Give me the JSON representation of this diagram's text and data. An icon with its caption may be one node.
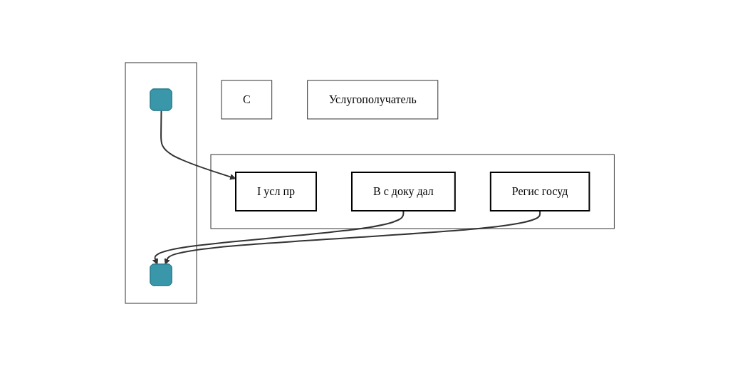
{
  "diagram": {
    "nodes": [
      {
        "text": [
          "С"
        ]
      },
      {
        "text": [],
        "shape": "box"
      },
      {
        "text": [
          "I усл пр"
        ],
        "in": 1
      },
      {
        "text": [
          "В с доку дал"
        ],
        "in": 1
      },
      {
        "text": [
          "Регис госуд"
        ],
        "in": 1
      },
      {
        "text": [
          "Услугополучатель"
        ]
      },
      {
        "text": [],
        "shape": "box"
      },
      {
        "text": [],
        "shape": "box",
        "in": 6
      },
      {
        "text": [],
        "shape": "box",
        "in": 6
      }
    ],
    "edges": [
      {
        "from": 7,
        "to": 2,
        "arrow": "to"
      },
      {
        "from": 3,
        "to": 8,
        "arrow": "to"
      },
      {
        "from": 4,
        "to": 8,
        "arrow": "to"
      }
    ]
  }
}
